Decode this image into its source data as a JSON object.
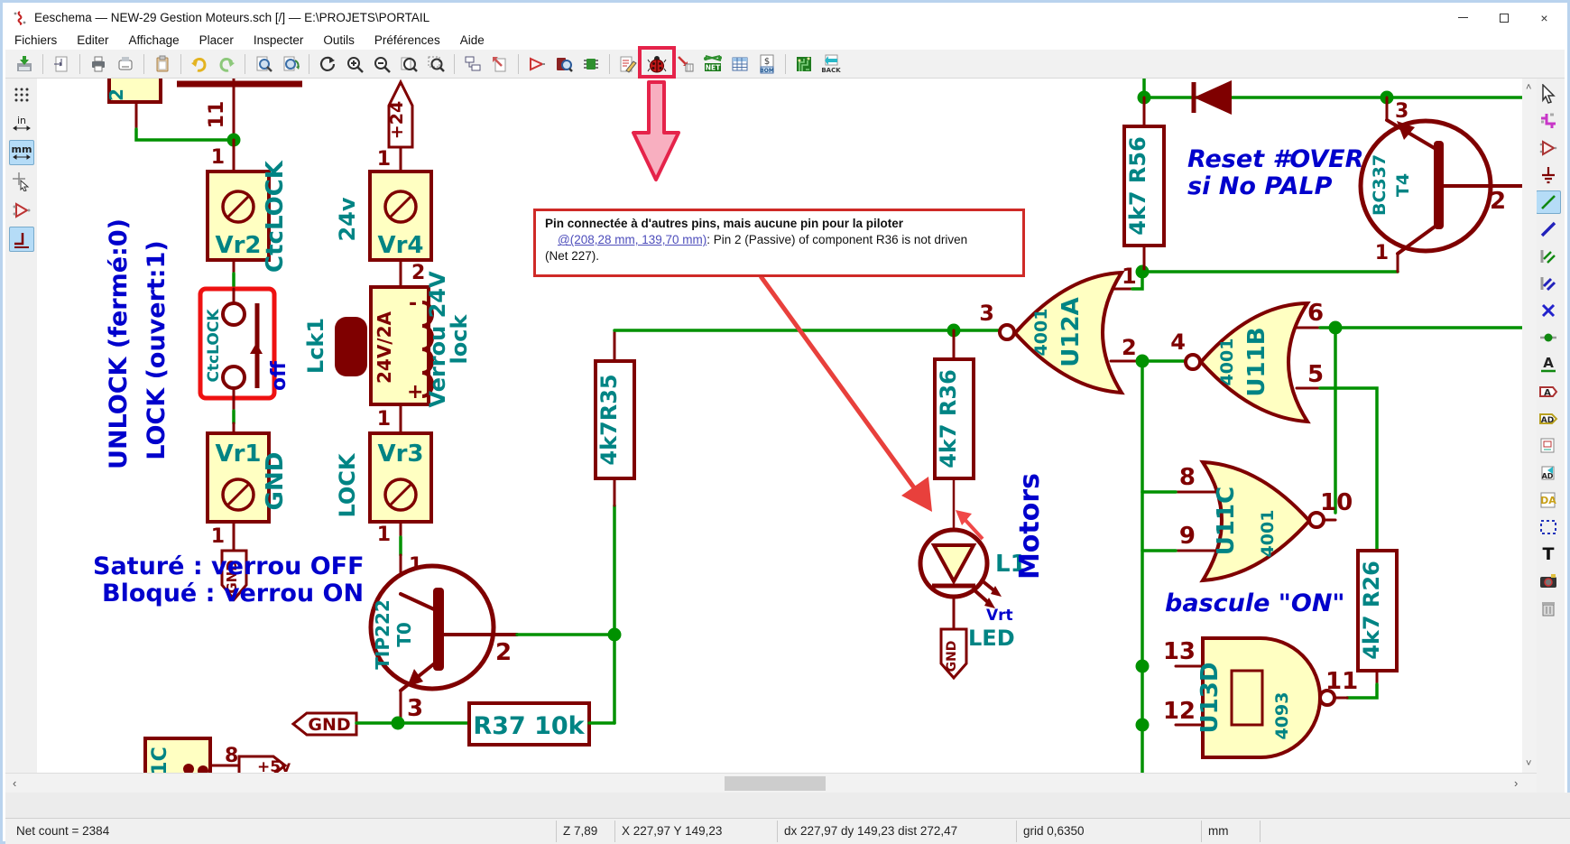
{
  "window": {
    "title": "Eeschema — NEW-29 Gestion Moteurs.sch [/] — E:\\PROJETS\\PORTAIL",
    "close_glyph": "×"
  },
  "menu": {
    "items": [
      "Fichiers",
      "Editer",
      "Affichage",
      "Placer",
      "Inspecter",
      "Outils",
      "Préférences",
      "Aide"
    ]
  },
  "icons": {
    "net_label": "NET",
    "bom_label": "BOM",
    "back_label": "BACK",
    "dollar": "$"
  },
  "left_toolbar": {
    "inches": "in",
    "millimeters": "mm"
  },
  "right_toolbar": {
    "label_a": "A",
    "label_ad": "AD",
    "label_da": "DA",
    "text_t": "T"
  },
  "popup": {
    "title": "Pin connectée à d'autres pins, mais aucune pin pour la piloter",
    "location_link": "@(208,28 mm, 139,70 mm)",
    "message": ": Pin 2 (Passive) of component R36 is not driven",
    "net": "(Net 227)."
  },
  "status": {
    "net_count": "Net count = 2384",
    "zoom": "Z 7,89",
    "cursor": "X 227,97  Y 149,23",
    "delta": "dx 227,97  dy 149,23  dist 272,47",
    "grid": "grid 0,6350",
    "units": "mm"
  },
  "colors": {
    "wire_green": "#009100",
    "component_maroon": "#7f0000",
    "body_yellow": "#ffffc2",
    "field_teal": "#008484",
    "note_blue": "#0000cc",
    "annotation_red": "#e5234a",
    "annotation_pink": "#f8afc0",
    "active_tool_blue": "#b5dcf7"
  },
  "sch": {
    "pin11": "11",
    "n1": "1",
    "n2": "2",
    "n3": "3",
    "n4": "4",
    "n5": "5",
    "n6": "6",
    "n8": "8",
    "n9": "9",
    "n10": "10",
    "n11": "11",
    "n12": "12",
    "n13": "13",
    "vr1": "Vr1",
    "vr2": "Vr2",
    "vr3": "Vr3",
    "vr4": "Vr4",
    "ctclock_field": "CtcLOCK",
    "ctclock_sw": "CtcLOCK",
    "off": "off",
    "gnd_field": "GND",
    "gnd_flag": "GND",
    "lock_field": "LOCK",
    "v24_field": "24v",
    "p24": "+24",
    "p5v": "+5v",
    "lck1": "Lck1",
    "coil": "24V/2A",
    "verrou": "Verrou 24V",
    "lock_txt": "lock",
    "minus": "-",
    "plus": "+",
    "unlock_note": "UNLOCK (fermé:0)",
    "lock_note": "LOCK (ouvert:1)",
    "sature": "Saturé : verrou OFF",
    "bloque": "Bloqué : verrou ON",
    "tip222": "TIP222",
    "t0": "T0",
    "r35": "4k7R35",
    "r36": "4k7 R36",
    "r37": "R37 10k",
    "r56": "4k7 R56",
    "r26": "4k7 R26",
    "u12a": "U12A",
    "u11b": "U11B",
    "u11c": "U11C",
    "u13d": "U13D",
    "g4001": "4001",
    "g4093": "4093",
    "bascule": "bascule \"ON\"",
    "reset1": "Reset #OVER",
    "reset2": "si No PALP",
    "bc337": "BC337",
    "t4": "T4",
    "l1": "L1",
    "motors": "Motors",
    "vrt": "Vrt",
    "led": "LED",
    "ic1c": "1C"
  }
}
